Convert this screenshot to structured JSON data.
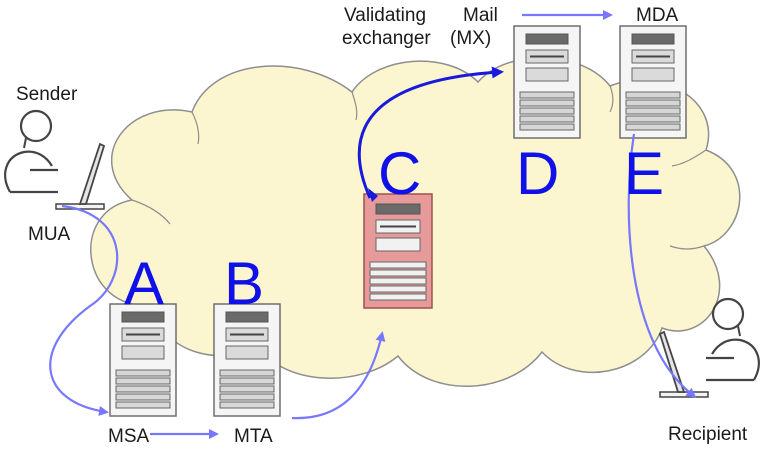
{
  "labels": {
    "sender": "Sender",
    "recipient": "Recipient",
    "mua": "MUA",
    "msa": "MSA",
    "mta": "MTA",
    "validating_line1": "Validating",
    "validating_line2": "exchanger",
    "mail": "Mail",
    "mx": "(MX)",
    "mda": "MDA"
  },
  "stages": {
    "a": "A",
    "b": "B",
    "c": "C",
    "d": "D",
    "e": "E"
  },
  "colors": {
    "cloud_fill": "#fbf6cf",
    "cloud_stroke": "#8e8e8e",
    "server_fill": "#f5f5f5",
    "server_highlight": "#e79a9a",
    "arrow_light": "#7777ff",
    "arrow_dark": "#1a1adc",
    "stage_letter": "#1010e8"
  }
}
